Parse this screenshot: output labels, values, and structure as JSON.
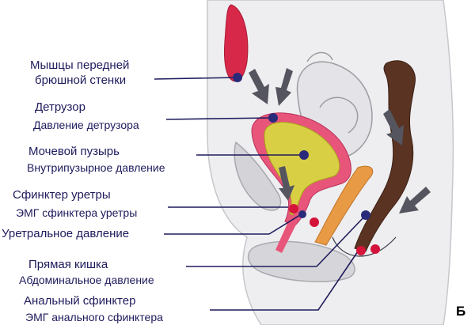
{
  "labels": {
    "abdominal_muscles_l1": "Мышцы передней",
    "abdominal_muscles_l2": "брюшной стенки",
    "detrusor": "Детрузор",
    "detrusor_pressure": "Давление детрузора",
    "bladder": "Мочевой пузырь",
    "intravesical_pressure": "Внутрипузырное давление",
    "urethral_sphincter": "Сфинктер уретры",
    "urethral_sphincter_emg": "ЭМГ сфинктера уретры",
    "urethral_pressure": "Уретральное давление",
    "rectum": "Прямая кишка",
    "abdominal_pressure": "Абдоминальное давление",
    "anal_sphincter": "Анальный сфинктер",
    "anal_sphincter_emg": "ЭМГ анального сфинктера"
  },
  "panel_letter": "Б",
  "colors": {
    "label_text": "#1e1b5c",
    "leader_line": "#1e1b5c",
    "muscle": "#d8284a",
    "bladder_wall": "#e8557a",
    "bladder_fill": "#d9cf45",
    "rectum": "#5a3322",
    "arrow": "#55555f",
    "tissue": "#dcdcde",
    "marker_red": "#d4143a",
    "marker_blue": "#2a2a7a"
  },
  "icons": {
    "pressure_arrow": "thick-arrow-icon",
    "measurement_point": "dot-icon"
  }
}
